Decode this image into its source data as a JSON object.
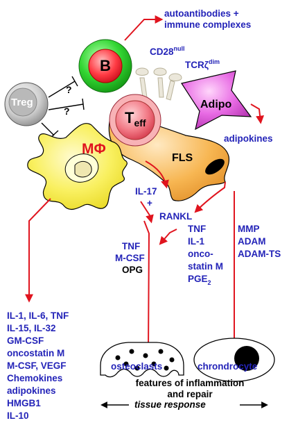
{
  "cells": {
    "b_cell": "B",
    "treg": "Treg",
    "t_eff_main": "T",
    "t_eff_sub": "eff",
    "macrophage": "MΦ",
    "fls": "FLS",
    "adipocyte": "Adipo",
    "osteoclasts": "osteoclasts",
    "chondrocyte": "chrondrocyte"
  },
  "inhibition_marks": [
    "?",
    "?"
  ],
  "labels": {
    "autoantibodies_line1": "autoantibodies +",
    "autoantibodies_line2": "immune complexes",
    "cd28": "CD28",
    "cd28_sup": "null",
    "tcr": "TCRζ",
    "tcr_sup": "dim",
    "adipokines": "adipokines",
    "il17": "IL-17",
    "plus": "+",
    "rankl": "RANKL"
  },
  "mid_factors": {
    "tnf": "TNF",
    "mcsf": "M-CSF",
    "opg": "OPG"
  },
  "fls_factors": [
    "TNF",
    "IL-1",
    "onco-",
    "statin M",
    "PGE"
  ],
  "fls_factor_sub": "2",
  "enzymes": [
    "MMP",
    "ADAM",
    "ADAM-TS"
  ],
  "macrophage_factors": [
    "IL-1, IL-6, TNF",
    "IL-15, IL-32",
    "GM-CSF",
    "oncostatin M",
    "M-CSF, VEGF",
    "Chemokines",
    "adipokines",
    "HMGB1",
    "IL-10"
  ],
  "footer": {
    "line1": "features of inflammation",
    "line2": "and repair",
    "tissue_response": "tissue response"
  },
  "colors": {
    "text": "#2323b8",
    "arrow": "#e0141e",
    "b_ring": "#22c422",
    "b_core": "#ee2a35",
    "treg": "#a8a8a8",
    "macrophage": "#f7ee5a",
    "fls": "#f4b24a",
    "adipocyte": "#d24fd0",
    "teff": "#f06a78"
  }
}
